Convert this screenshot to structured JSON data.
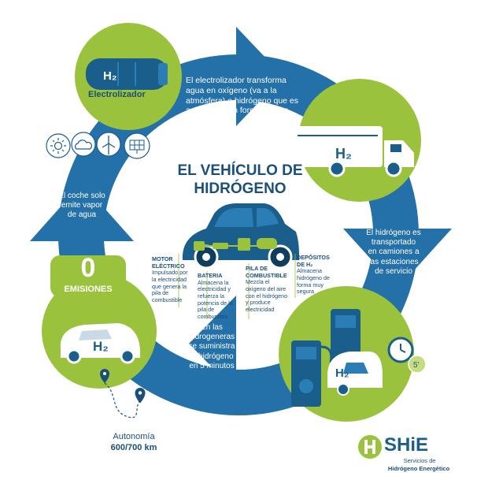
{
  "title": "EL VEHÍCULO DE\nHIDRÓGENO",
  "electrolyzer": {
    "h2_label": "H₂",
    "name": "Electrolizador"
  },
  "step_electrolyzer": "El electrolizador transforma\nagua en oxígeno (va a la\natmósfera) e hidrógeno que es\nacumulado en forma de gas",
  "truck": {
    "h2_label": "H₂"
  },
  "step_transport": "El hidrógeno es\ntransportado\nen camiones a\nlas estaciones\nde servicio",
  "station": {
    "h2_label": "H₂",
    "refuel_time": "5'"
  },
  "step_refuel": "En las\nhidrogeneras\nse suministra\nel hidrógeno\nen 5 minutos",
  "step_emission": "El coche solo\nemite vapor\nde agua",
  "emissions": {
    "value": "0",
    "label": "EMISIONES"
  },
  "car_h2_label": "H₂",
  "autonomy": {
    "label": "Autonomía",
    "range": "600/700 km"
  },
  "components": [
    {
      "title": "MOTOR\nELÉCTRICO",
      "desc": "Impulsado por\nla electricidad\nque genera la\npila de\ncombustible"
    },
    {
      "title": "BATERIA",
      "desc": "Almacena la\nelectricidad y\nrefuerza la\npotencia de la\npila de\ncombustible"
    },
    {
      "title": "PILA DE\nCOMBUSTIBLE",
      "desc": "Mezcla el\noxígeno del aire\ncon el hidrógeno\ny produce\nelectricidad"
    },
    {
      "title": "DEPÓSITOS\nDE H₂",
      "desc": "Almacena\nhidrógeno de\nforma muy\nsegura"
    }
  ],
  "brand": {
    "name": "SHiE",
    "tagline_1": "Servicios de",
    "tagline_2": "Hidrógeno Energético"
  },
  "colors": {
    "dark_blue": "#1a5e8c",
    "mid_blue": "#2a7db5",
    "green": "#9bc23c",
    "light_green": "#c6dc7e",
    "navy": "#1a4f7a"
  }
}
